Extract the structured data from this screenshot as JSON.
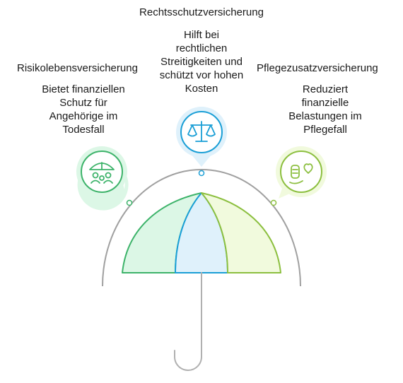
{
  "items": [
    {
      "title": "Risikolebensversicherung",
      "description": [
        "Bietet finanziellen",
        "Schutz für",
        "Angehörige im",
        "Todesfall"
      ],
      "icon": "family-umbrella-icon",
      "color": "#3db36a"
    },
    {
      "title": "Rechtsschutzversicherung",
      "description": [
        "Hilft bei",
        "rechtlichen",
        "Streitigkeiten und",
        "schützt vor hohen",
        "Kosten"
      ],
      "icon": "scales-icon",
      "color": "#1a9fd6"
    },
    {
      "title": "Pflegezusatzversicherung",
      "description": [
        "Reduziert",
        "finanzielle",
        "Belastungen im",
        "Pflegefall"
      ],
      "icon": "care-heart-icon",
      "color": "#8cbf3f"
    }
  ],
  "colors": {
    "arc": "#a0a0a0",
    "canopy_left_fill": "#dcf7e6",
    "canopy_mid_fill": "#dff1fb",
    "canopy_right_fill": "#f1fadd",
    "handle": "#b0b0b0"
  }
}
